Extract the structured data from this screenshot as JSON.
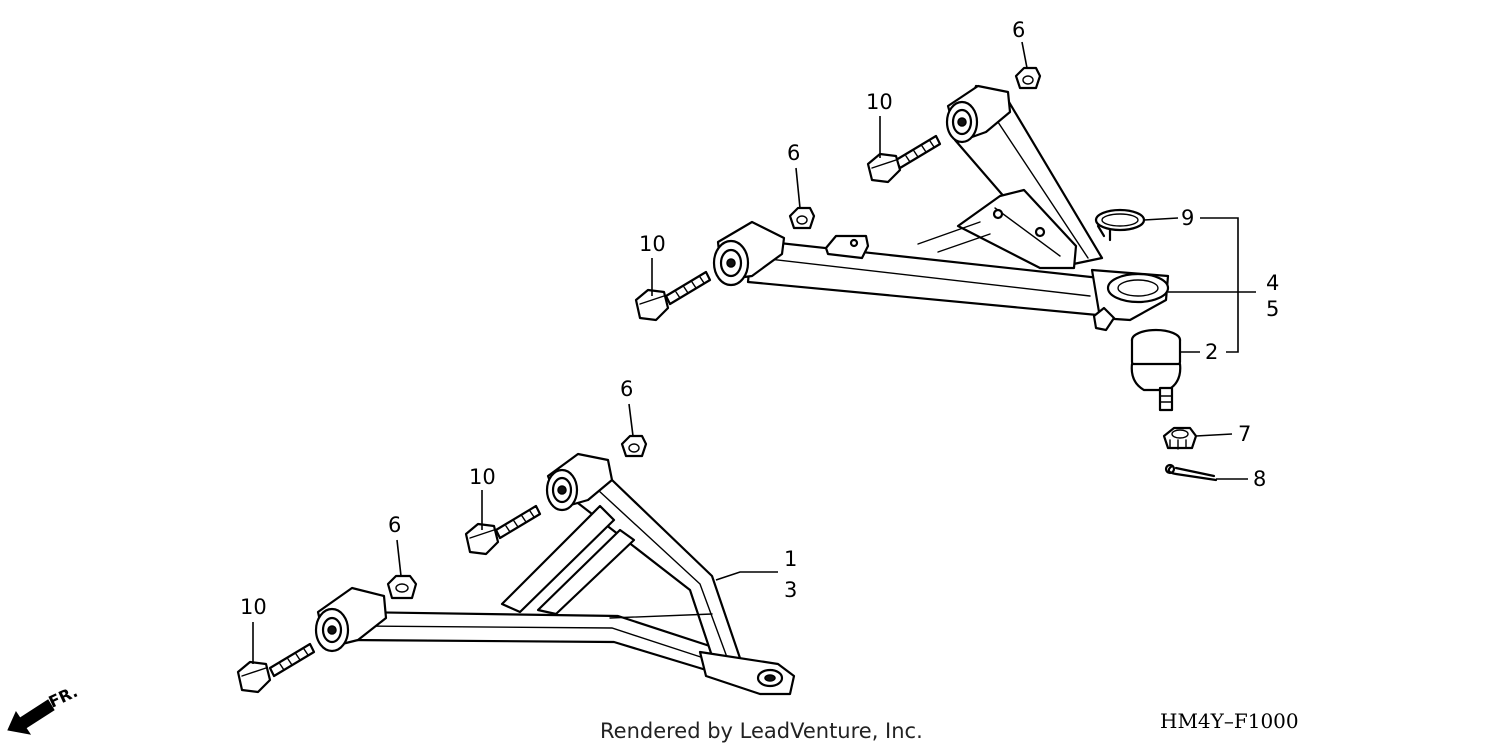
{
  "callouts": {
    "c1": "1",
    "c2": "2",
    "c3": "3",
    "c4": "4",
    "c5": "5",
    "c6": "6",
    "c7": "7",
    "c8": "8",
    "c9": "9",
    "c10": "10"
  },
  "direction_label": "FR.",
  "credit": "Rendered by LeadVenture, Inc.",
  "diagram_code": "HM4Y–F1000"
}
